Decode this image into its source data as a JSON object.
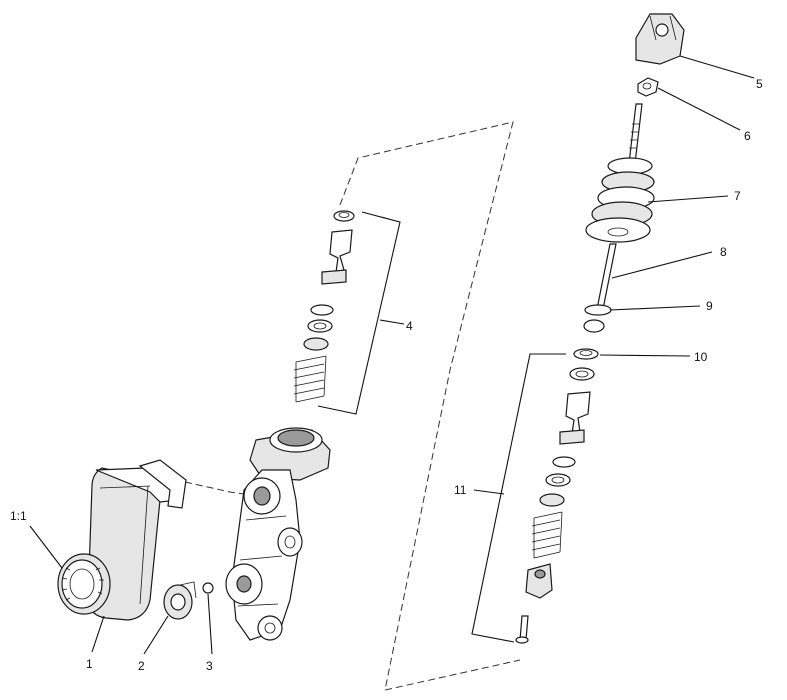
{
  "callouts": {
    "c1_1": "1:1",
    "c1": "1",
    "c2": "2",
    "c3": "3",
    "c4": "4",
    "c5": "5",
    "c6": "6",
    "c7": "7",
    "c8": "8",
    "c9": "9",
    "c10": "10",
    "c11": "11"
  }
}
